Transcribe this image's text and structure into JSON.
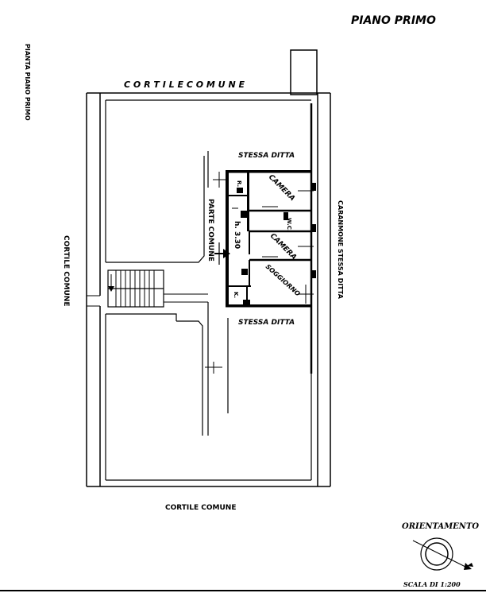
{
  "header": {
    "title": "PIANO  PRIMO"
  },
  "side_title": "PIANTA PIANO PRIMO",
  "labels": {
    "cortile_top": "C O R T I L E   C O M U N E",
    "cortile_left": "CORTILE COMUNE",
    "cortile_bottom": "CORTILE COMUNE",
    "stessa_ditta_top": "STESSA  DITTA",
    "stessa_ditta_bottom": "STESSA  DITTA",
    "parte_comune": "PARTE COMUNE",
    "caranmone": "CARANMONE STESSA DITTA",
    "height": "h. 3.30",
    "rooms": {
      "camera1": "CAMERA",
      "camera2": "CAMERA",
      "wc": "W.C.",
      "soggiorno": "SOGGIORNO",
      "r": "R.",
      "k": "K."
    }
  },
  "orientation": {
    "label": "ORIENTAMENTO"
  },
  "scale": {
    "label": "SCALA DI 1:200"
  }
}
